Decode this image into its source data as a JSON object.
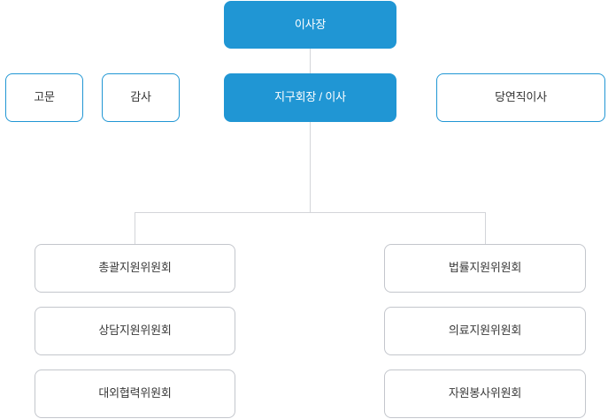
{
  "chart": {
    "title_node": {
      "label": "이사장",
      "style": "filled"
    },
    "second_row": [
      {
        "label": "고문",
        "style": "outlined-blue"
      },
      {
        "label": "감사",
        "style": "outlined-blue"
      },
      {
        "label": "지구회장 / 이사",
        "style": "filled"
      },
      {
        "label": "당연직이사",
        "style": "outlined-blue"
      }
    ],
    "committees_left": [
      {
        "label": "총괄지원위원회"
      },
      {
        "label": "상담지원위원회"
      },
      {
        "label": "대외협력위원회"
      }
    ],
    "committees_right": [
      {
        "label": "법률지원위원회"
      },
      {
        "label": "의료지원위원회"
      },
      {
        "label": "자원봉사위원회"
      }
    ]
  },
  "colors": {
    "accent_blue": "#2096d4",
    "connector_gray": "#d3d5d9",
    "committee_border": "#c3c6cc",
    "text_dark": "#3a3a3a",
    "text_white": "#ffffff",
    "background": "#ffffff"
  }
}
